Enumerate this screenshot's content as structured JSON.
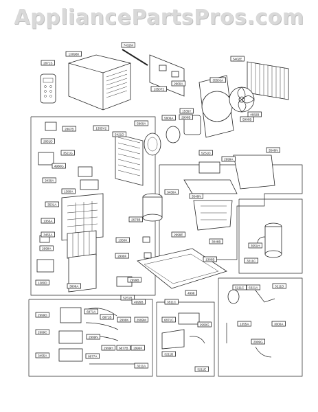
{
  "watermark": "AppliancePartsPros.com",
  "callouts": [
    {
      "id": "c1",
      "text": "2871S"
    },
    {
      "id": "c2",
      "text": "130980"
    },
    {
      "id": "c3",
      "text": "7432M"
    },
    {
      "id": "c4",
      "text": "5402E"
    },
    {
      "id": "c5",
      "text": "3550JA"
    },
    {
      "id": "c6",
      "text": "2900A"
    },
    {
      "id": "c7",
      "text": "1350T2"
    },
    {
      "id": "c8",
      "text": "5900B"
    },
    {
      "id": "c9",
      "text": "4682B"
    },
    {
      "id": "c10",
      "text": "5900A"
    },
    {
      "id": "c11",
      "text": "2867B"
    },
    {
      "id": "c12",
      "text": "1355V2"
    },
    {
      "id": "c13",
      "text": "5421D"
    },
    {
      "id": "c14",
      "text": "5806A"
    },
    {
      "id": "c15",
      "text": "2900B"
    },
    {
      "id": "c16",
      "text": "1535Y"
    },
    {
      "id": "c17",
      "text": "2851D"
    },
    {
      "id": "c18",
      "text": "3521G"
    },
    {
      "id": "c19",
      "text": "4980G"
    },
    {
      "id": "c20",
      "text": "3430A"
    },
    {
      "id": "c21",
      "text": "1380A"
    },
    {
      "id": "c22",
      "text": "3531A"
    },
    {
      "id": "c23",
      "text": "1355A"
    },
    {
      "id": "c24",
      "text": "5251D"
    },
    {
      "id": "c25",
      "text": "3548N"
    },
    {
      "id": "c26",
      "text": "3548N"
    },
    {
      "id": "c27",
      "text": "3551H"
    },
    {
      "id": "c28",
      "text": "2673B"
    },
    {
      "id": "c29",
      "text": "1350K"
    },
    {
      "id": "c30",
      "text": "2999F"
    },
    {
      "id": "c31",
      "text": "3455A"
    },
    {
      "id": "c32",
      "text": "2999A"
    },
    {
      "id": "c33",
      "text": "1380D"
    },
    {
      "id": "c34",
      "text": "3806A"
    },
    {
      "id": "c35",
      "text": "2999E"
    },
    {
      "id": "c36",
      "text": "3048B"
    },
    {
      "id": "c37",
      "text": "2999A"
    },
    {
      "id": "c38",
      "text": "3211C"
    },
    {
      "id": "c39",
      "text": "2999B"
    },
    {
      "id": "c40",
      "text": "5251B"
    },
    {
      "id": "c41",
      "text": "2999D"
    },
    {
      "id": "c42",
      "text": "2999C"
    },
    {
      "id": "c43",
      "text": "6871A"
    },
    {
      "id": "c44",
      "text": "6871B"
    },
    {
      "id": "c45",
      "text": "2999K"
    },
    {
      "id": "c46",
      "text": "2999M"
    },
    {
      "id": "c47",
      "text": "2999N"
    },
    {
      "id": "c48",
      "text": "2999H"
    },
    {
      "id": "c49",
      "text": "6877B"
    },
    {
      "id": "c50",
      "text": "2999F"
    },
    {
      "id": "c51",
      "text": "4995B"
    },
    {
      "id": "c52",
      "text": "6877A"
    },
    {
      "id": "c53",
      "text": "3211A"
    },
    {
      "id": "c54",
      "text": "6871C"
    },
    {
      "id": "c55",
      "text": "2999G"
    },
    {
      "id": "c56",
      "text": "3211B"
    },
    {
      "id": "c57",
      "text": "3211E"
    },
    {
      "id": "c58",
      "text": "5211C"
    },
    {
      "id": "c59",
      "text": "6321A"
    },
    {
      "id": "c60",
      "text": "3211D"
    },
    {
      "id": "c61",
      "text": "1355A"
    },
    {
      "id": "c62",
      "text": "3000A"
    },
    {
      "id": "c63",
      "text": "2999G"
    },
    {
      "id": "c64",
      "text": "3455A"
    },
    {
      "id": "c65",
      "text": "4998"
    },
    {
      "id": "c66",
      "text": "3511C"
    },
    {
      "id": "c67",
      "text": "1380B"
    },
    {
      "id": "c68",
      "text": "3430A"
    }
  ]
}
